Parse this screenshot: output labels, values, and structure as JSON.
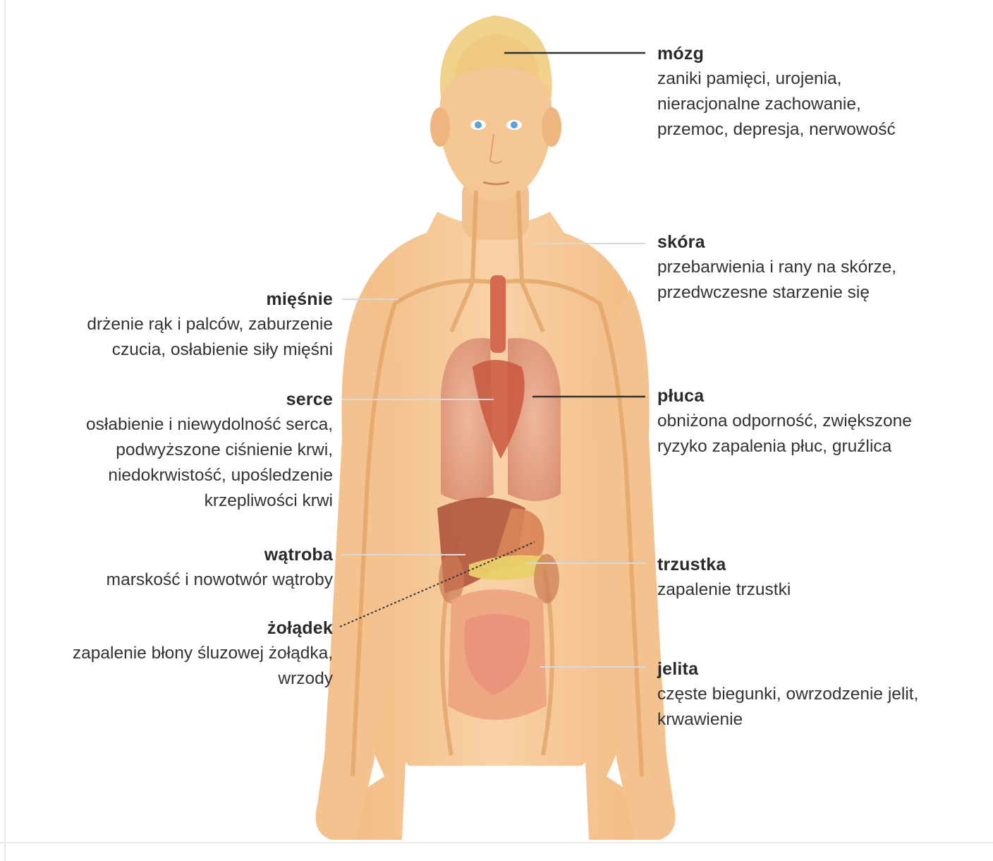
{
  "callouts": {
    "mozg": {
      "title": "mózg",
      "desc": "zaniki pamięci, urojenia,\nnieracjonalne zachowanie,\nprzemoc, depresja, nerwowość"
    },
    "skora": {
      "title": "skóra",
      "desc": "przebarwienia i rany na skórze,\nprzedwczesne starzenie się"
    },
    "pluca": {
      "title": "płuca",
      "desc": "obniżona odporność, zwiększone\nryzyko zapalenia płuc, gruźlica"
    },
    "trzustka": {
      "title": "trzustka",
      "desc": "zapalenie trzustki"
    },
    "jelita": {
      "title": "jelita",
      "desc": "częste biegunki, owrzodzenie jelit,\nkrwawienie"
    },
    "miesnie": {
      "title": "mięśnie",
      "desc": "drżenie rąk i palców, zaburzenie\nczucia, osłabienie siły mięśni"
    },
    "serce": {
      "title": "serce",
      "desc": "osłabienie i niewydolność serca,\npodwyższone ciśnienie krwi,\nniedokrwistość, upośledzenie\nkrzepliwości krwi"
    },
    "watroba": {
      "title": "wątroba",
      "desc": "marskość i nowotwór wątroby"
    },
    "zoladek": {
      "title": "żołądek",
      "desc": "zapalenie błony śluzowej żołądka,\nwrzody"
    }
  },
  "colors": {
    "skin": "#f6c894",
    "skin_shade": "#eeb277",
    "hair": "#f0d28a",
    "vessel": "#e3a568",
    "lung": "#e9a88a",
    "heart": "#c9573f",
    "liver": "#b0563e",
    "stomach": "#d98458",
    "pancreas": "#e9cf6a",
    "intestine": "#eda380",
    "leader_dark": "#333333",
    "leader_light": "#d9d9d9"
  }
}
